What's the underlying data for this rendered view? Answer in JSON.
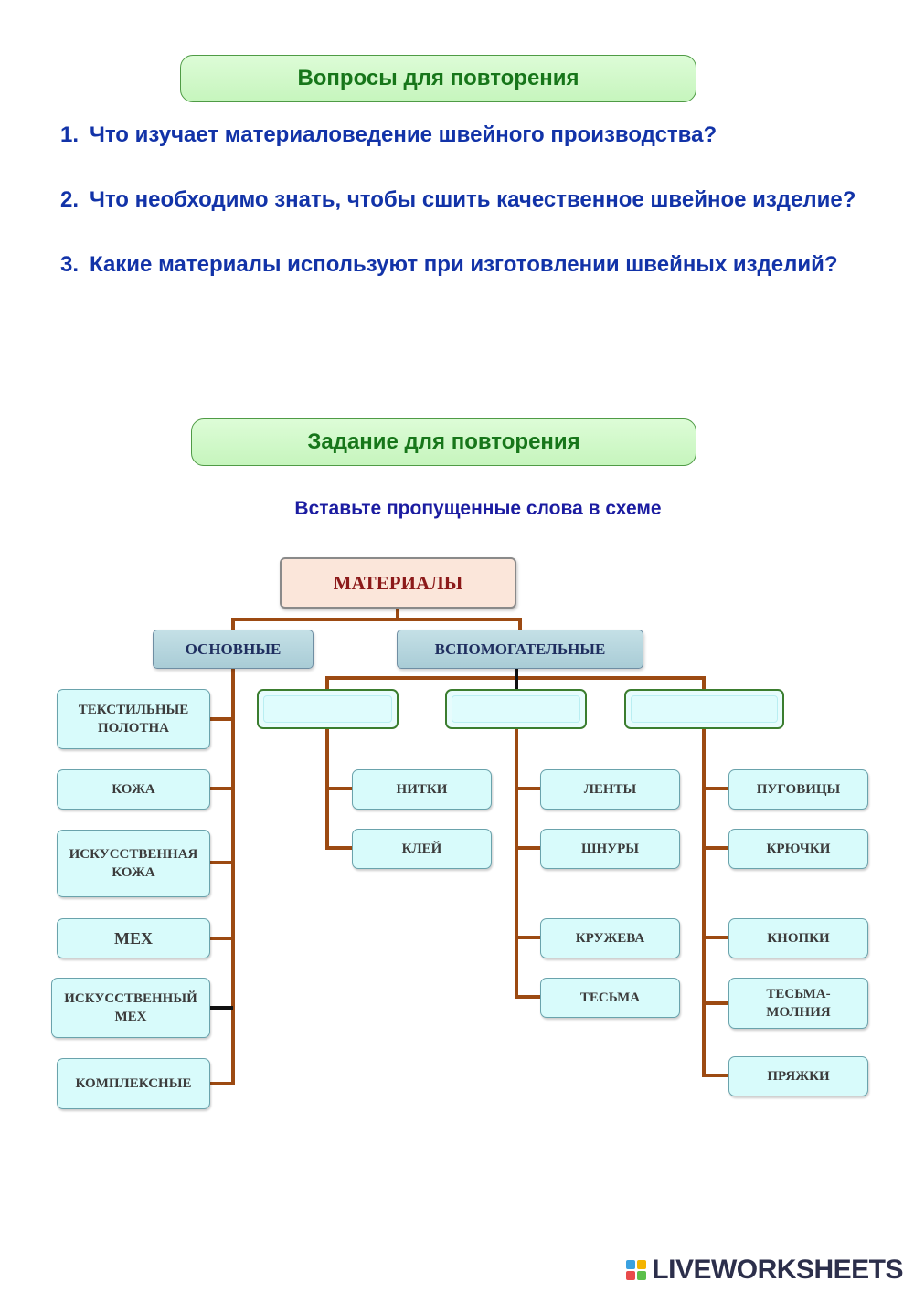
{
  "questions_banner": "Вопросы для повторения",
  "questions": [
    {
      "num": "1.",
      "text": "Что изучает материаловедение швейного производства?"
    },
    {
      "num": "2.",
      "text": "Что необходимо знать, чтобы сшить качественное швейное изделие?"
    },
    {
      "num": "3.",
      "text": "Какие материалы используют при изготовлении швейных изделий?"
    }
  ],
  "task_banner": "Задание для повторения",
  "task_instruction": "Вставьте пропущенные слова в схеме",
  "diagram": {
    "root": "МАТЕРИАЛЫ",
    "main_category": "ОСНОВНЫЕ",
    "aux_category": "ВСПОМОГАТЕЛЬНЫЕ",
    "main_items": [
      {
        "line1": "ТЕКСТИЛЬНЫЕ",
        "line2": "ПОЛОТНА"
      },
      {
        "line1": "КОЖА",
        "line2": ""
      },
      {
        "line1": "ИСКУССТВЕННАЯ",
        "line2": "КОЖА"
      },
      {
        "line1": "МЕХ",
        "line2": ""
      },
      {
        "line1": "ИСКУССТВЕННЫЙ",
        "line2": "МЕХ"
      },
      {
        "line1": "КОМПЛЕКСНЫЕ",
        "line2": ""
      }
    ],
    "group1_items": [
      "НИТКИ",
      "КЛЕЙ"
    ],
    "group2_items": [
      "ЛЕНТЫ",
      "ШНУРЫ",
      "КРУЖЕВА",
      "ТЕСЬМА"
    ],
    "group3_items": [
      {
        "line1": "ПУГОВИЦЫ",
        "line2": ""
      },
      {
        "line1": "КРЮЧКИ",
        "line2": ""
      },
      {
        "line1": "КНОПКИ",
        "line2": ""
      },
      {
        "line1": "ТЕСЬМА-",
        "line2": "МОЛНИЯ"
      },
      {
        "line1": "ПРЯЖКИ",
        "line2": ""
      }
    ]
  },
  "footer": {
    "brand": "LIVEWORKSHEETS",
    "icon": "liveworksheets-logo-icon"
  },
  "colors": {
    "connector": "#9c4a12",
    "question_text": "#1233a8",
    "banner_text": "#17761a"
  }
}
